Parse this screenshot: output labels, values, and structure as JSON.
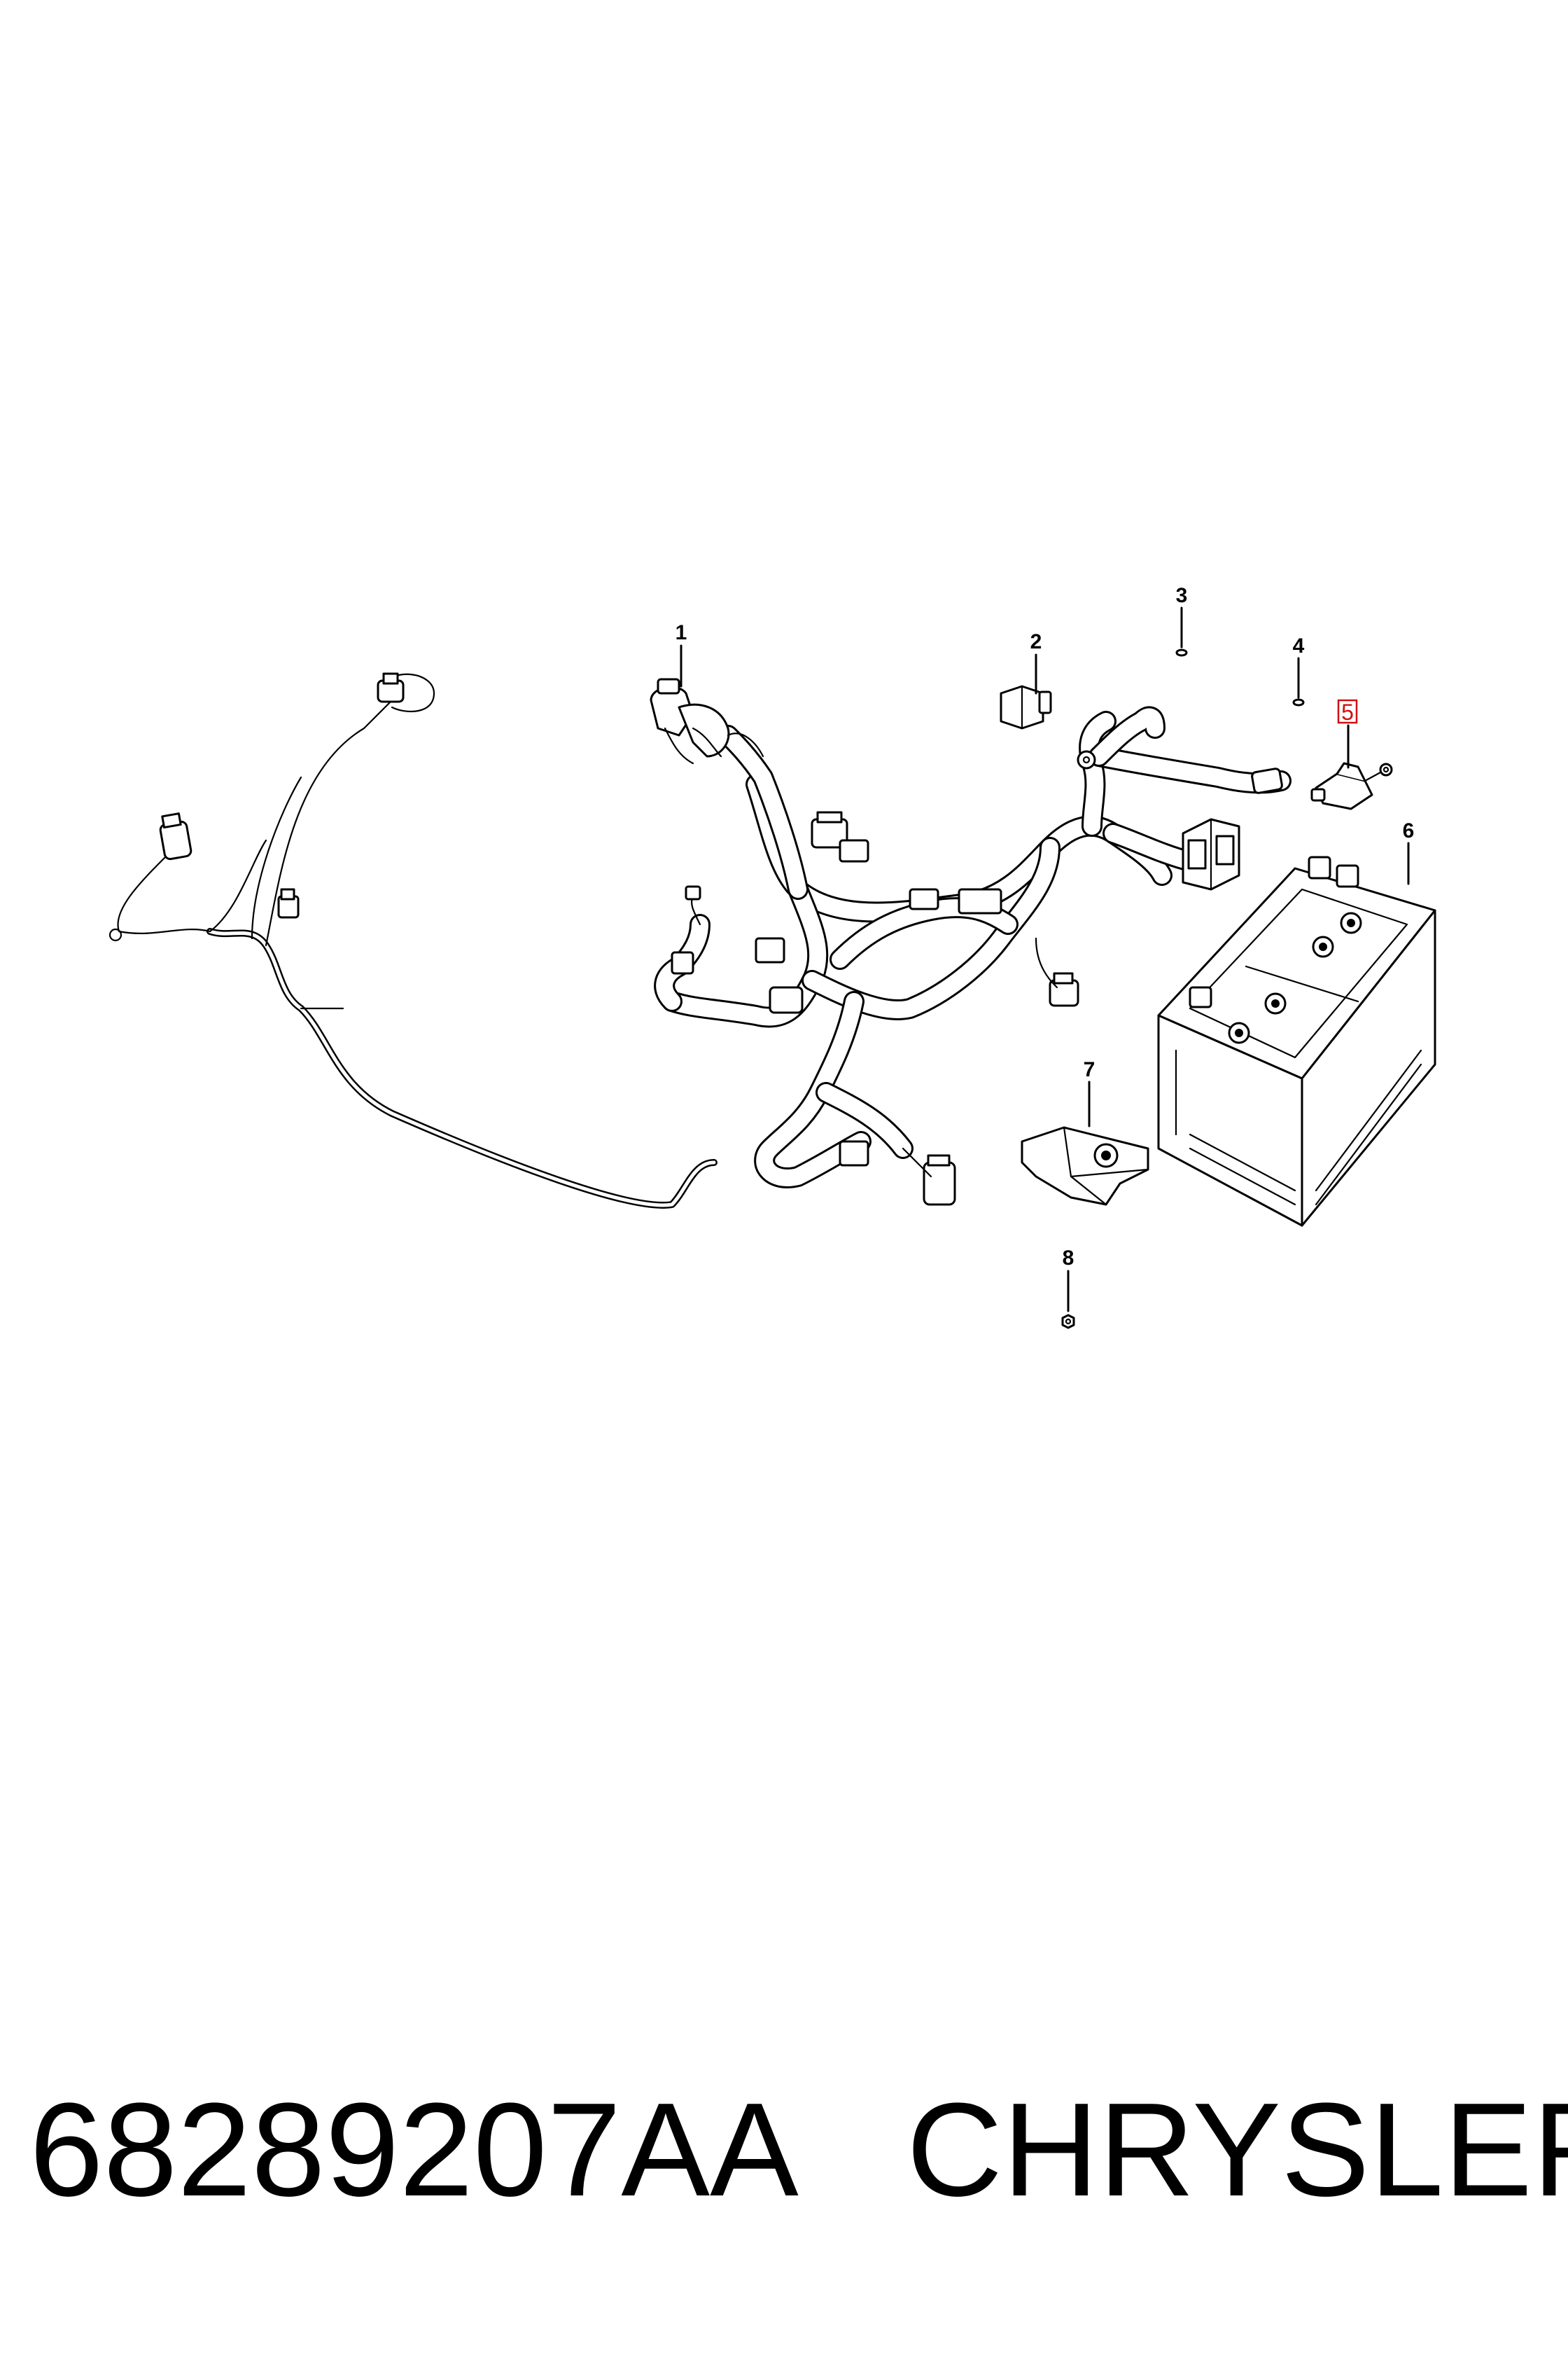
{
  "diagram": {
    "callouts": [
      {
        "id": "1",
        "label": "1",
        "highlighted": false
      },
      {
        "id": "2",
        "label": "2",
        "highlighted": false
      },
      {
        "id": "3",
        "label": "3",
        "highlighted": false
      },
      {
        "id": "4",
        "label": "4",
        "highlighted": false
      },
      {
        "id": "5",
        "label": "5",
        "highlighted": true
      },
      {
        "id": "6",
        "label": "6",
        "highlighted": false
      },
      {
        "id": "7",
        "label": "7",
        "highlighted": false
      },
      {
        "id": "8",
        "label": "8",
        "highlighted": false
      }
    ],
    "highlight_color": "#d01010"
  },
  "footer": {
    "part_number": "68289207AA",
    "brand": "CHRYSLER"
  }
}
